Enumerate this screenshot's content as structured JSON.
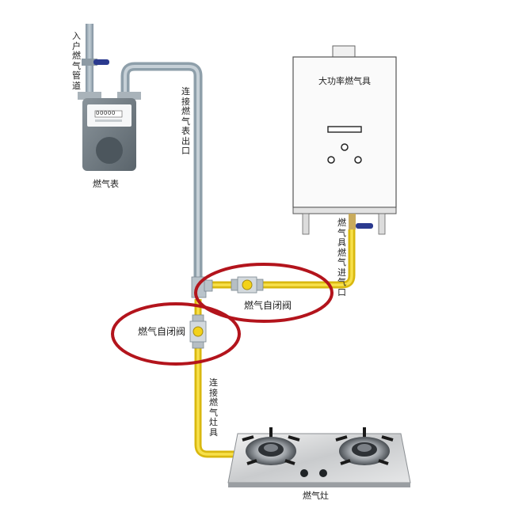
{
  "labels": {
    "inlet_pipe": "入户燃气管道",
    "gas_meter": "燃气表",
    "meter_outlet": "连接燃气表出口",
    "heater": "大功率燃气具",
    "heater_inlet": "燃气具燃气进气口",
    "valve_right": "燃气自闭阀",
    "valve_left": "燃气自闭阀",
    "to_stove": "连接燃气灶具",
    "stove": "燃气灶"
  },
  "meter_reading": "00000",
  "colors": {
    "gray_pipe": "#9fb0bd",
    "yellow_pipe": "#f3d21a",
    "ring": "#b3141c",
    "meter_body": "#6f7a82",
    "valve_handle": "#2b3a8f"
  }
}
